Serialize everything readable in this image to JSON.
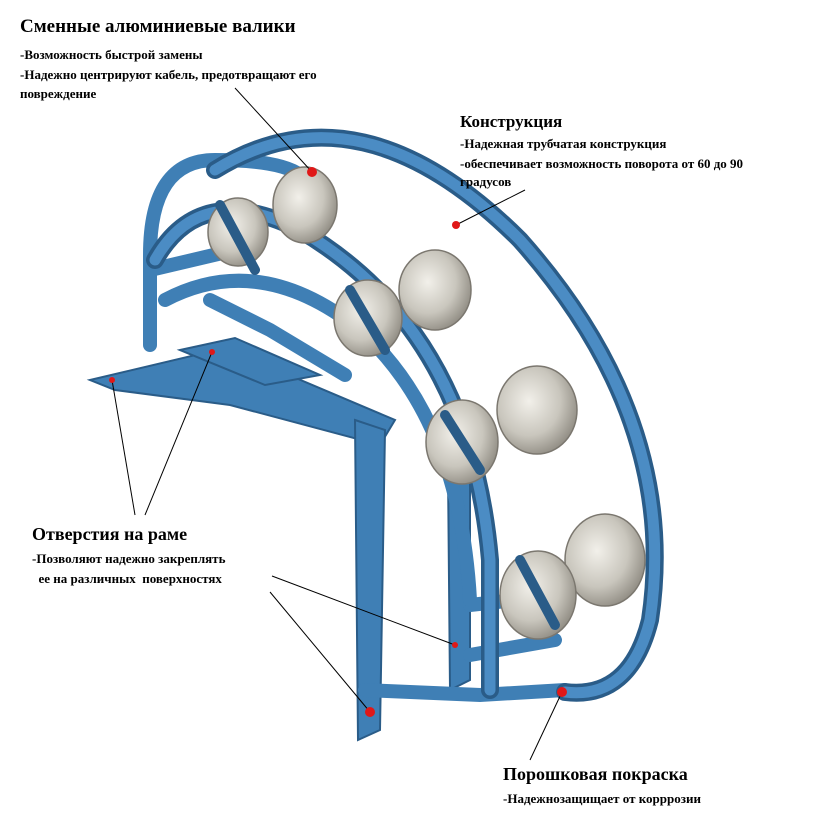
{
  "rollers": {
    "title": "Сменные алюминиевые валики",
    "lines": [
      "-Возможность быстрой замены",
      "-Надежно центрируют кабель, предотвращают его",
      "повреждение"
    ]
  },
  "construction": {
    "title": "Конструкция",
    "lines": [
      "-Надежная трубчатая конструкция",
      "-обеспечивает возможность поворота от 60 до 90",
      "градусов"
    ]
  },
  "holes": {
    "title": "Отверстия на раме",
    "lines": [
      "-Позволяют надежно закреплять",
      "  ее на различных  поверхностях"
    ]
  },
  "coating": {
    "title": "Порошковая покраска",
    "lines": [
      "-Надежнозащищает от корррозии"
    ]
  },
  "colors": {
    "frame": "#3f7fb5",
    "frame_dark": "#2a5c88",
    "roller": "#c9c6bd",
    "marker": "#e01818"
  }
}
